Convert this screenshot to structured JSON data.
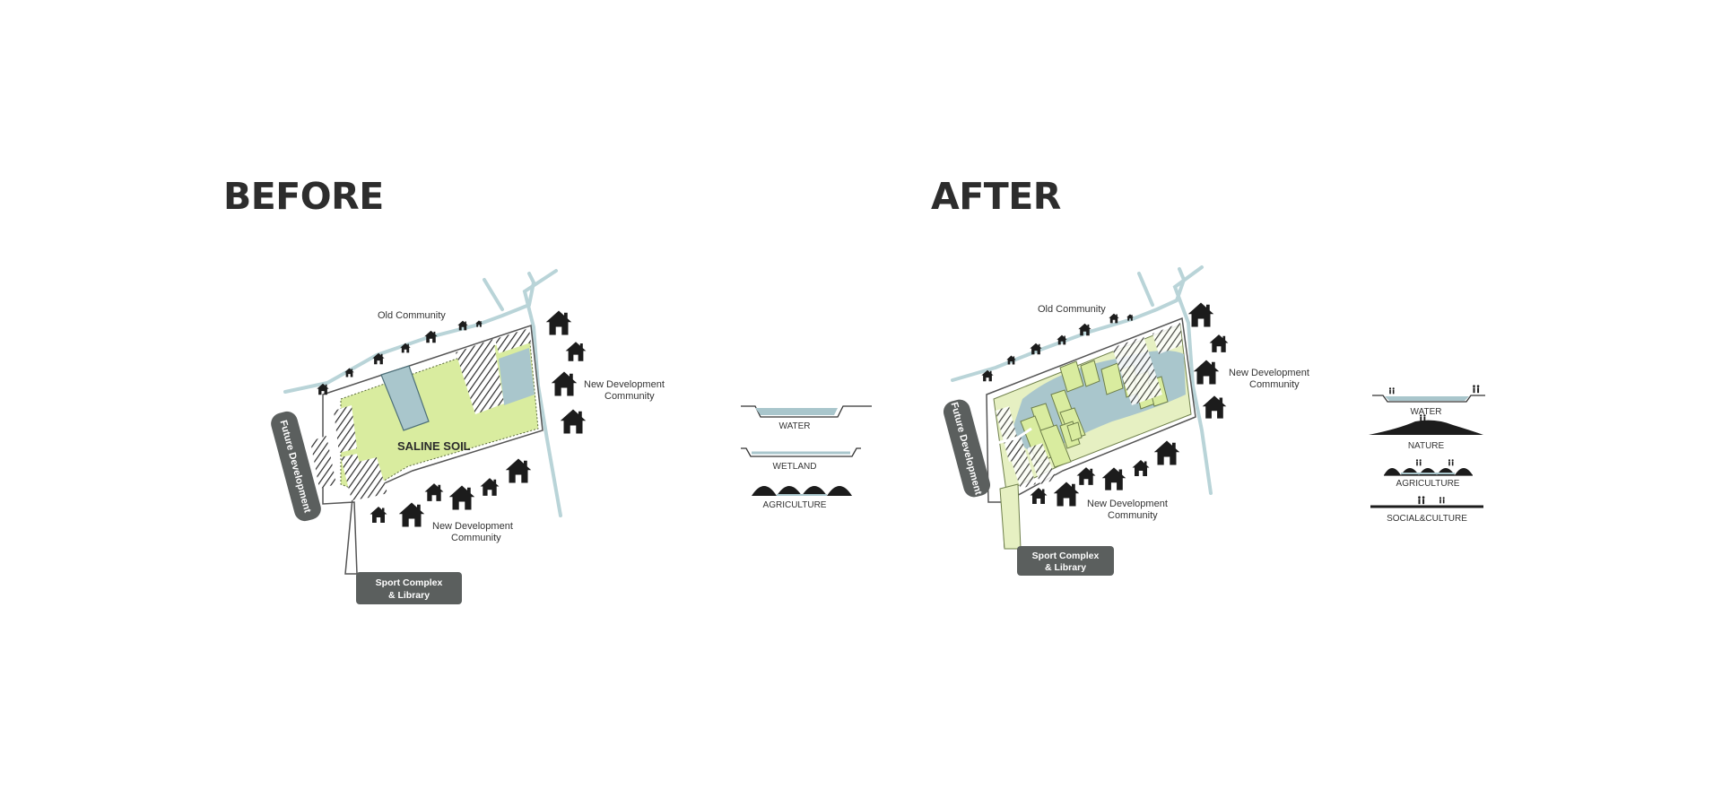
{
  "headings": {
    "before": "BEFORE",
    "after": "AFTER"
  },
  "before_map": {
    "old_community": "Old Community",
    "new_development_east_line1": "New Development",
    "new_development_east_line2": "Community",
    "new_development_south_line1": "New Development",
    "new_development_south_line2": "Community",
    "saline_soil": "SALINE SOIL",
    "future_development": "Future Development",
    "sport_complex_line1": "Sport Complex",
    "sport_complex_line2": "& Library"
  },
  "after_map": {
    "old_community": "Old Community",
    "new_development_east_line1": "New Development",
    "new_development_east_line2": "Community",
    "new_development_south_line1": "New Development",
    "new_development_south_line2": "Community",
    "future_development": "Future Development",
    "sport_complex_line1": "Sport Complex",
    "sport_complex_line2": "& Library"
  },
  "before_legend": {
    "water": "WATER",
    "wetland": "WETLAND",
    "agriculture": "AGRICULTURE"
  },
  "after_legend": {
    "water": "WATER",
    "nature": "NATURE",
    "agriculture": "AGRICULTURE",
    "social_culture": "SOCIAL&CULTURE"
  },
  "icons": {
    "house": "house-icon",
    "people": "people-icon"
  },
  "colors": {
    "saline_green": "#d9ec9f",
    "water_blue": "#a9c6cc",
    "road_blue": "#b9d4d8",
    "pill_gray": "#5b5f5e",
    "after_green": "#e6f0c2"
  }
}
